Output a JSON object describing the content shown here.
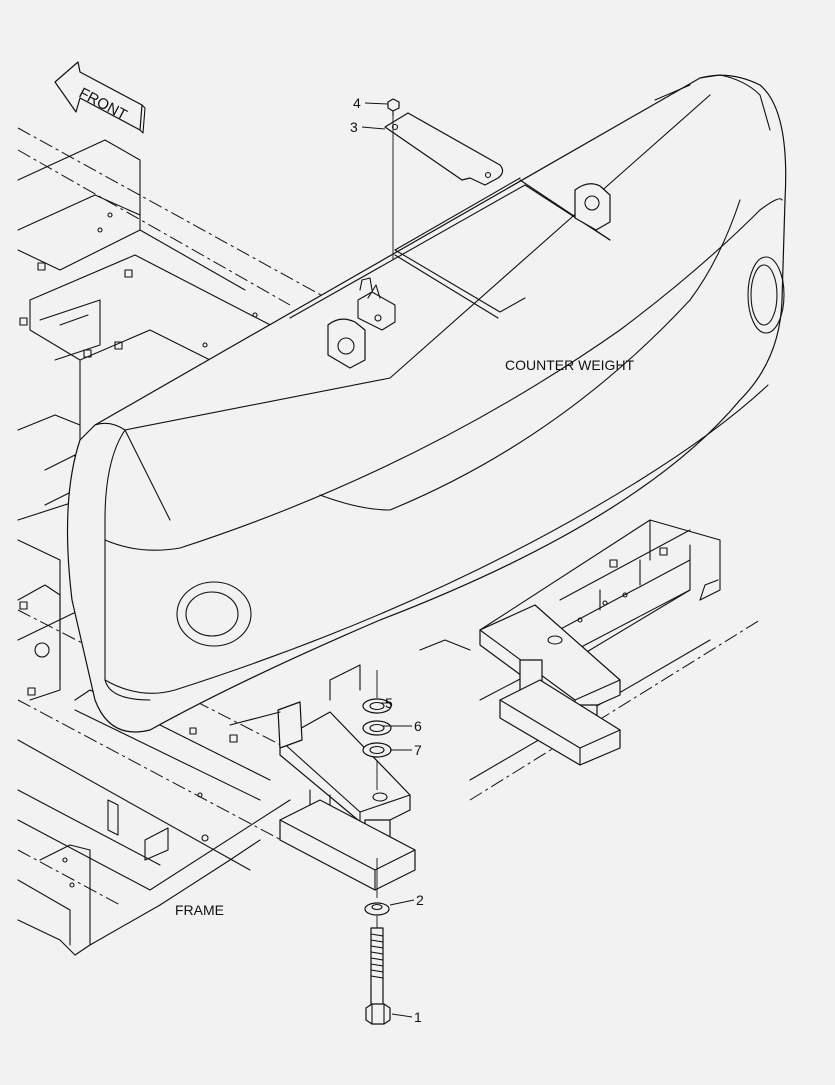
{
  "labels": {
    "front": "FRONT",
    "counter_weight": "COUNTER WEIGHT",
    "frame": "FRAME"
  },
  "callouts": {
    "p1": "1",
    "p2": "2",
    "p3": "3",
    "p4": "4",
    "p5": "5",
    "p6": "6",
    "p7": "7"
  }
}
